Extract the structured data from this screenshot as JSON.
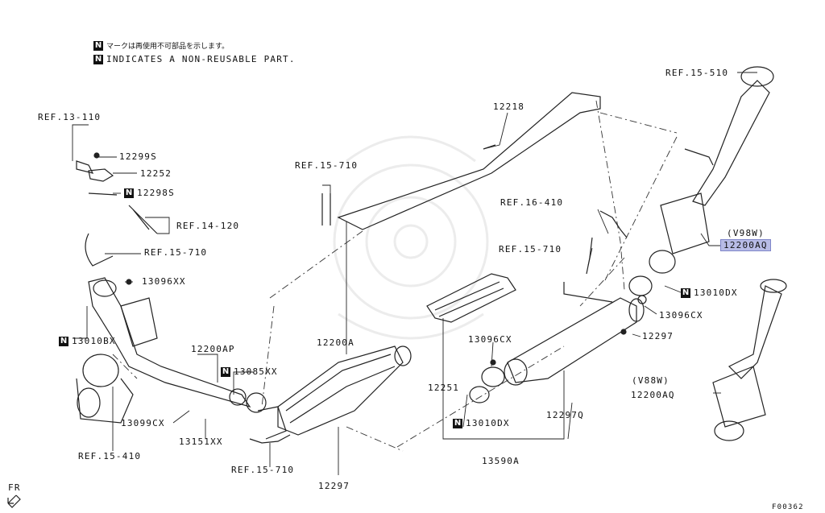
{
  "legend": {
    "n_mark": "N",
    "line_jp": "マークは再使用不可部品を示します。",
    "line_en": "INDICATES A NON-REUSABLE PART."
  },
  "labels": {
    "ref_13_110": "REF.13-110",
    "p12299S": "12299S",
    "p12252": "12252",
    "p12298S": "12298S",
    "ref_14_120": "REF.14-120",
    "ref_15_710_a": "REF.15-710",
    "p13096XX": "13096XX",
    "p13010BX": "13010BX",
    "p12200AP": "12200AP",
    "p13085XX": "13085XX",
    "p13099CX": "13099CX",
    "p13151XX": "13151XX",
    "ref_15_410": "REF.15-410",
    "ref_15_710_b": "REF.15-710",
    "p12297_a": "12297",
    "ref_15_710_c": "REF.15-710",
    "p12218": "12218",
    "p12200A": "12200A",
    "ref_16_410": "REF.16-410",
    "ref_15_710_d": "REF.15-710",
    "p13096CX_a": "13096CX",
    "p12251": "12251",
    "p13010DX_a": "13010DX",
    "p13590A": "13590A",
    "p12297Q": "12297Q",
    "p13096CX_b": "13096CX",
    "p12297_b": "12297",
    "p13010DX_b": "13010DX",
    "ref_15_510": "REF.15-510",
    "v98w": "(V98W)",
    "p12200AQ_a": "12200AQ",
    "v88w": "(V88W)",
    "p12200AQ_b": "12200AQ",
    "fr": "FR",
    "fig_code": "F00362"
  },
  "colors": {
    "highlight": "#b8bce6",
    "ink": "#111111",
    "watermark": "#eeeeee"
  }
}
